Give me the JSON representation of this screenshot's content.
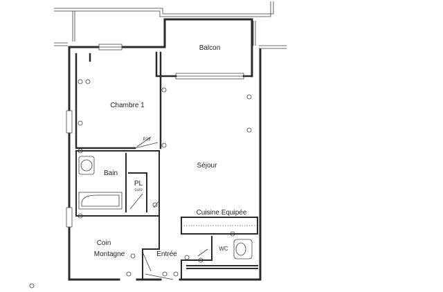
{
  "rooms": {
    "balcon": "Balcon",
    "chambre": "Chambre 1",
    "sejour": "Séjour",
    "bain": "Bain",
    "placard": "PL",
    "placard_sub": "cu/o",
    "cuisine": "Cuisine Equipée",
    "coin_line1": "Coin",
    "coin_line2": "Montagne",
    "entree": "Entrée",
    "wc": "WC"
  },
  "annotations": {
    "tag_chambre": "P23"
  }
}
